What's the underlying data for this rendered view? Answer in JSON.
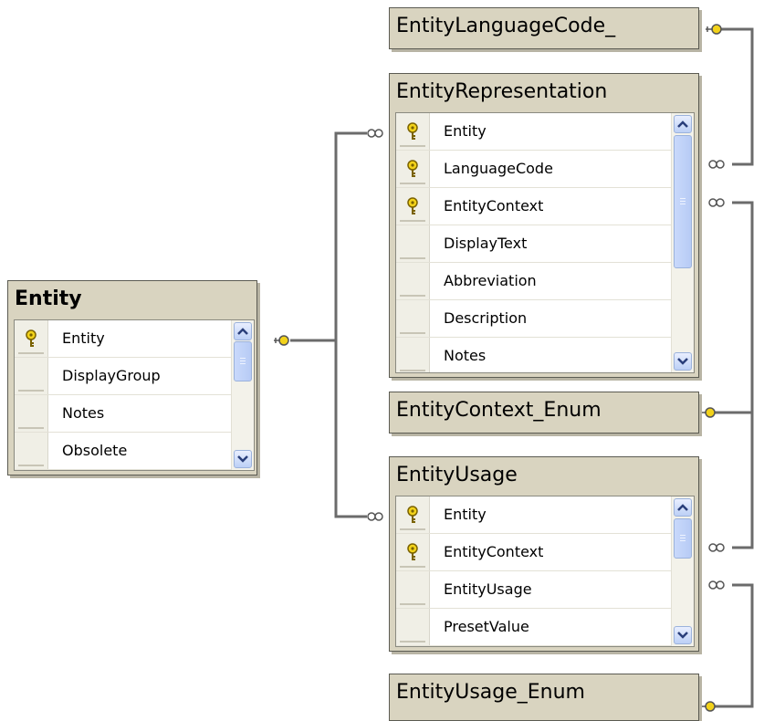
{
  "tables": {
    "entity": {
      "title": "Entity",
      "fields": [
        {
          "name": "Entity",
          "is_key": true
        },
        {
          "name": "DisplayGroup",
          "is_key": false
        },
        {
          "name": "Notes",
          "is_key": false
        },
        {
          "name": "Obsolete",
          "is_key": false
        }
      ]
    },
    "entity_representation": {
      "title": "EntityRepresentation",
      "fields": [
        {
          "name": "Entity",
          "is_key": true
        },
        {
          "name": "LanguageCode",
          "is_key": true
        },
        {
          "name": "EntityContext",
          "is_key": true
        },
        {
          "name": "DisplayText",
          "is_key": false
        },
        {
          "name": "Abbreviation",
          "is_key": false
        },
        {
          "name": "Description",
          "is_key": false
        },
        {
          "name": "Notes",
          "is_key": false
        }
      ]
    },
    "entity_usage": {
      "title": "EntityUsage",
      "fields": [
        {
          "name": "Entity",
          "is_key": true
        },
        {
          "name": "EntityContext",
          "is_key": true
        },
        {
          "name": "EntityUsage",
          "is_key": false
        },
        {
          "name": "PresetValue",
          "is_key": false
        }
      ]
    },
    "entity_language_code": {
      "title": "EntityLanguageCode_"
    },
    "entity_context_enum": {
      "title": "EntityContext_Enum"
    },
    "entity_usage_enum": {
      "title": "EntityUsage_Enum"
    }
  },
  "colors": {
    "table_header": "#d9d4c0",
    "key_icon": "#f2d21a",
    "connector": "#6b6b6b",
    "scrollbar": "#bcd0f6"
  },
  "icons": {
    "primary_key": "key-icon",
    "relationship_one": "key-connector-icon",
    "relationship_many": "infinity-connector-icon",
    "scroll_up": "chevron-up-icon",
    "scroll_down": "chevron-down-icon"
  }
}
